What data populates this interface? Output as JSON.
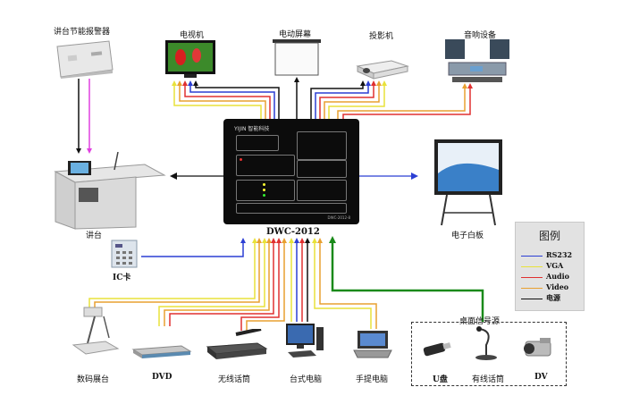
{
  "diagram": {
    "hub_label": "DWC-2012",
    "hub_brand": "YIJIN 智能科技",
    "hub_model": "DWC-2012-8",
    "top_devices": [
      "讲台节能报警器",
      "电视机",
      "电动屏幕",
      "投影机",
      "音响设备"
    ],
    "left_devices": [
      "讲台",
      "IC卡"
    ],
    "right_devices": [
      "电子白板"
    ],
    "bottom_devices": [
      "数码展台",
      "DVD",
      "无线话筒",
      "台式电脑",
      "手提电脑"
    ],
    "desktop_group": {
      "title": "桌面信号源",
      "items": [
        "U盘",
        "有线话筒",
        "DV"
      ]
    },
    "legend": {
      "title": "图例",
      "items": [
        {
          "label": "RS232",
          "color": "#2b3fd4"
        },
        {
          "label": "VGA",
          "color": "#e8e23a"
        },
        {
          "label": "Audio",
          "color": "#e03030"
        },
        {
          "label": "Video",
          "color": "#e8a030"
        },
        {
          "label": "电源",
          "color": "#111111"
        }
      ]
    },
    "colors": {
      "rs232": "#2b3fd4",
      "vga": "#e8e23a",
      "audio": "#e03030",
      "video": "#e8a030",
      "power": "#111111",
      "alarm": "#e040e0",
      "green": "#1a8a1a"
    }
  }
}
